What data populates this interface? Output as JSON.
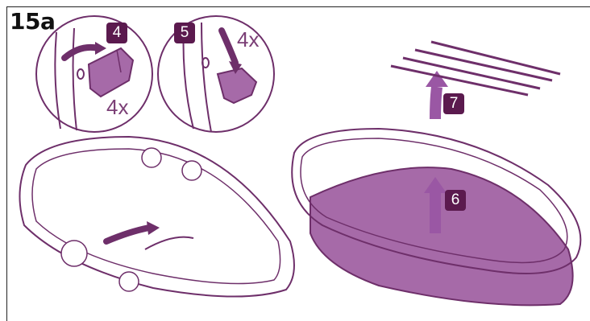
{
  "figure_label": "15a",
  "steps": {
    "step4": "4",
    "step5": "5",
    "step6": "6",
    "step7": "7"
  },
  "quantities": {
    "q4": "4x",
    "q5": "4x"
  },
  "colors": {
    "accent_purple": "#9a57a4",
    "badge_dark": "#5b1a4e",
    "fabric_fill": "#a66aa8",
    "line": "#6e2f6a"
  }
}
